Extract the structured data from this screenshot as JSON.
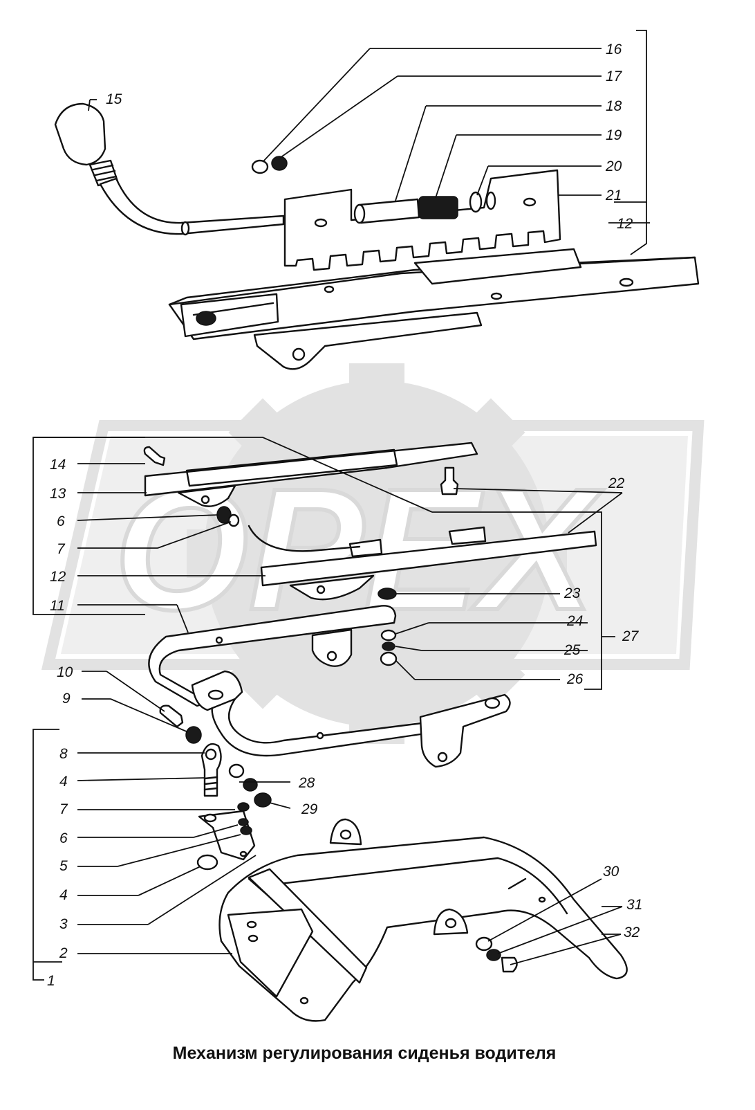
{
  "caption": "Механизм регулирования сиденья водителя",
  "watermark": {
    "text": "ОРЕХ"
  },
  "callouts": {
    "c1": "1",
    "c2": "2",
    "c3": "3",
    "c4a": "4",
    "c4b": "4",
    "c5": "5",
    "c6a": "6",
    "c6b": "6",
    "c7a": "7",
    "c7b": "7",
    "c8": "8",
    "c9": "9",
    "c10": "10",
    "c11": "11",
    "c12a": "12",
    "c12b": "12",
    "c13": "13",
    "c14": "14",
    "c15": "15",
    "c16": "16",
    "c17": "17",
    "c18": "18",
    "c19": "19",
    "c20": "20",
    "c21": "21",
    "c22": "22",
    "c23": "23",
    "c24": "24",
    "c25": "25",
    "c26": "26",
    "c27": "27",
    "c28": "28",
    "c29": "29",
    "c30": "30",
    "c31": "31",
    "c32": "32"
  }
}
